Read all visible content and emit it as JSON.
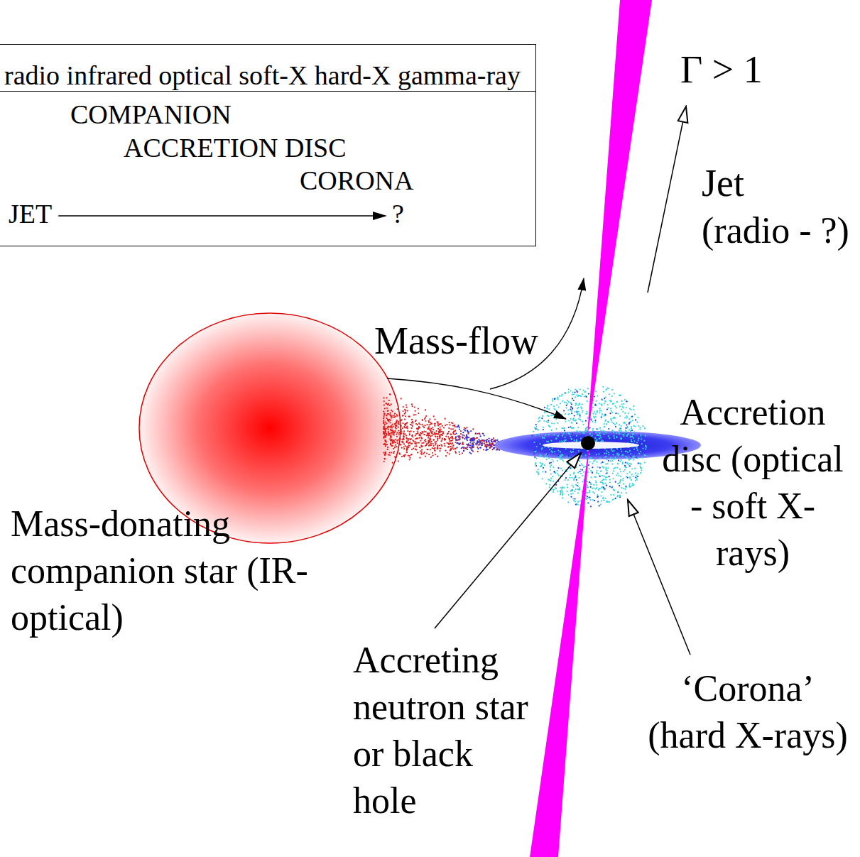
{
  "diagram": {
    "nodes": [
      {
        "text": [
          "radio infrared optical soft-X hard-X gamma-ray",
          "COMPANION",
          "ACCRETION DISC",
          "CORONA",
          "JET",
          "?"
        ]
      }
    ],
    "labels": [
      "Γ > 1",
      "Jet",
      "(radio - ?)",
      "Mass-flow",
      "Accretion disc (optical - soft X-rays)",
      "Mass-donating companion star (IR-optical)",
      "Accreting neutron star or black hole",
      "‘Corona’ (hard X-rays)"
    ]
  }
}
